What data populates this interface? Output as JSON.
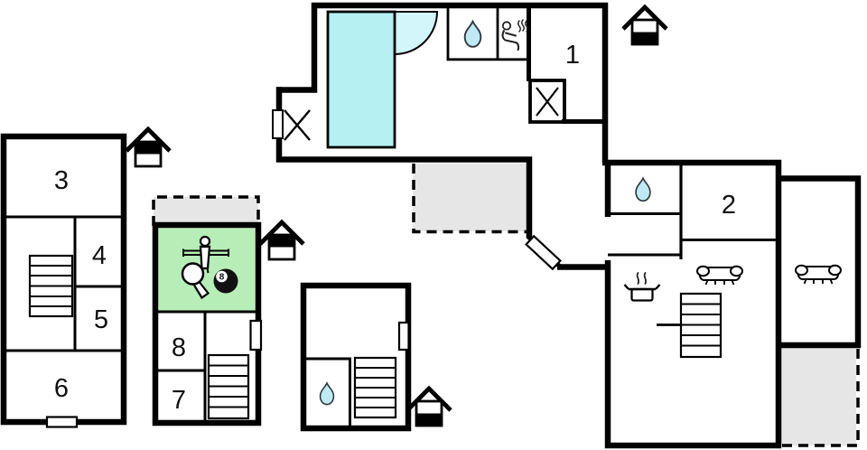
{
  "floorplan": {
    "type": "vacation-home-floor-plan",
    "room_labels": {
      "r1": "1",
      "r2": "2",
      "r3": "3",
      "r4": "4",
      "r5": "5",
      "r6": "6",
      "r7": "7",
      "r8": "8"
    },
    "billiard_ball": {
      "label": "8"
    },
    "house_level_icons": [
      {
        "position": "left-building",
        "black_band": "top"
      },
      {
        "position": "middle-building",
        "black_band": "top"
      },
      {
        "position": "top-right",
        "black_band": "bottom"
      },
      {
        "position": "bottom-middle",
        "black_band": "bottom"
      }
    ],
    "icons": {
      "top_building": [
        "swimming-pool",
        "pool-steps-quarter-circle",
        "water-drop",
        "sauna-person",
        "x-marker",
        "x-marker-box",
        "door",
        "door-diagonal"
      ],
      "left_building": [
        "stairs",
        "door"
      ],
      "middle_building": [
        "foosball-player",
        "table-tennis-paddle",
        "billiard-8-ball",
        "stairs",
        "door",
        "dashed-terrace"
      ],
      "bottom_building": [
        "water-drop",
        "stairs",
        "door"
      ],
      "right_building": [
        "water-drop",
        "cooking-pot",
        "sofa",
        "sofa",
        "stairs",
        "dashed-terrace"
      ]
    },
    "colors": {
      "wall": "#000000",
      "pool": "#b6f0f3",
      "pool_step": "#d2f6f9",
      "water_drop": "#bfeaf5",
      "game_room": "#b7eeb7",
      "terrace": "#e6e6e6",
      "ball": "#111111",
      "background": "#ffffff"
    }
  }
}
